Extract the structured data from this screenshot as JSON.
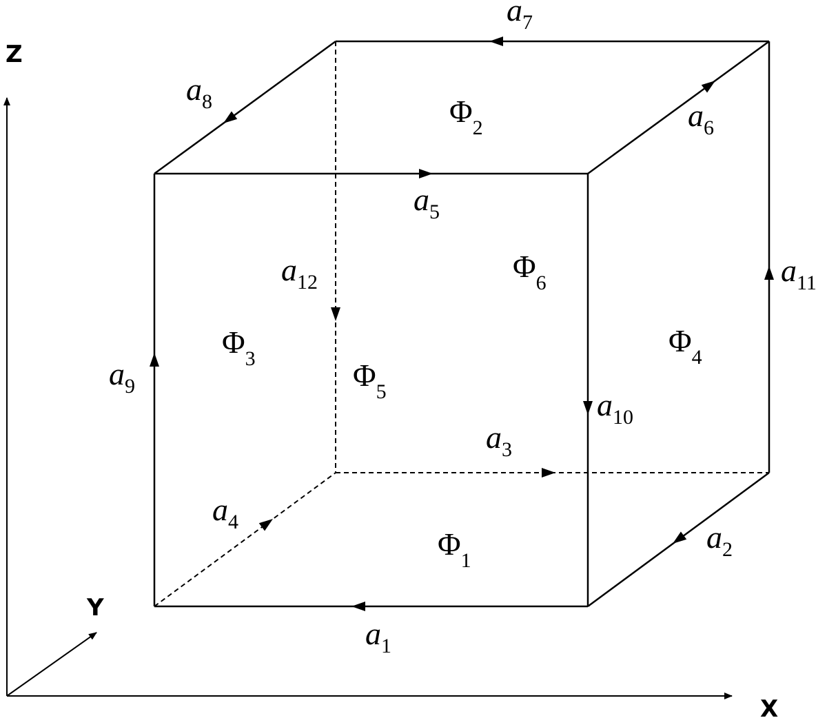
{
  "axes": {
    "x": "X",
    "y": "Y",
    "z": "Z"
  },
  "edges": [
    {
      "id": "a1",
      "symbol": "a",
      "sub": "1"
    },
    {
      "id": "a2",
      "symbol": "a",
      "sub": "2"
    },
    {
      "id": "a3",
      "symbol": "a",
      "sub": "3"
    },
    {
      "id": "a4",
      "symbol": "a",
      "sub": "4"
    },
    {
      "id": "a5",
      "symbol": "a",
      "sub": "5"
    },
    {
      "id": "a6",
      "symbol": "a",
      "sub": "6"
    },
    {
      "id": "a7",
      "symbol": "a",
      "sub": "7"
    },
    {
      "id": "a8",
      "symbol": "a",
      "sub": "8"
    },
    {
      "id": "a9",
      "symbol": "a",
      "sub": "9"
    },
    {
      "id": "a10",
      "symbol": "a",
      "sub": "10"
    },
    {
      "id": "a11",
      "symbol": "a",
      "sub": "11"
    },
    {
      "id": "a12",
      "symbol": "a",
      "sub": "12"
    }
  ],
  "faces": [
    {
      "id": "phi1",
      "symbol": "Φ",
      "sub": "1"
    },
    {
      "id": "phi2",
      "symbol": "Φ",
      "sub": "2"
    },
    {
      "id": "phi3",
      "symbol": "Φ",
      "sub": "3"
    },
    {
      "id": "phi4",
      "symbol": "Φ",
      "sub": "4"
    },
    {
      "id": "phi5",
      "symbol": "Φ",
      "sub": "5"
    },
    {
      "id": "phi6",
      "symbol": "Φ",
      "sub": "6"
    }
  ]
}
